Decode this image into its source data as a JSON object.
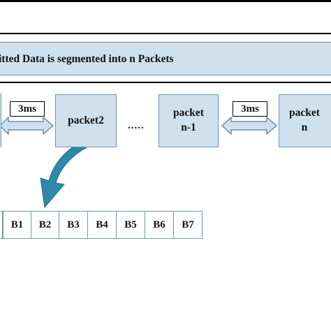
{
  "banner": {
    "text": "itted Data is segmented into n Packets"
  },
  "packets": {
    "packet2": "packet2",
    "dots": ".....",
    "packet_n_minus_1_line1": "packet",
    "packet_n_minus_1_line2": "n-1",
    "packet_n_line1": "packet",
    "packet_n_line2": "n"
  },
  "intervals": {
    "left": "3ms",
    "right": "3ms"
  },
  "blocks": [
    "B1",
    "B2",
    "B3",
    "B4",
    "B5",
    "B6",
    "B7"
  ],
  "colors": {
    "box_fill": "#cfe1ee",
    "box_border": "#6f97b6",
    "arrow_fill": "#cfe1ee",
    "curved_arrow": "#2f89a8"
  }
}
